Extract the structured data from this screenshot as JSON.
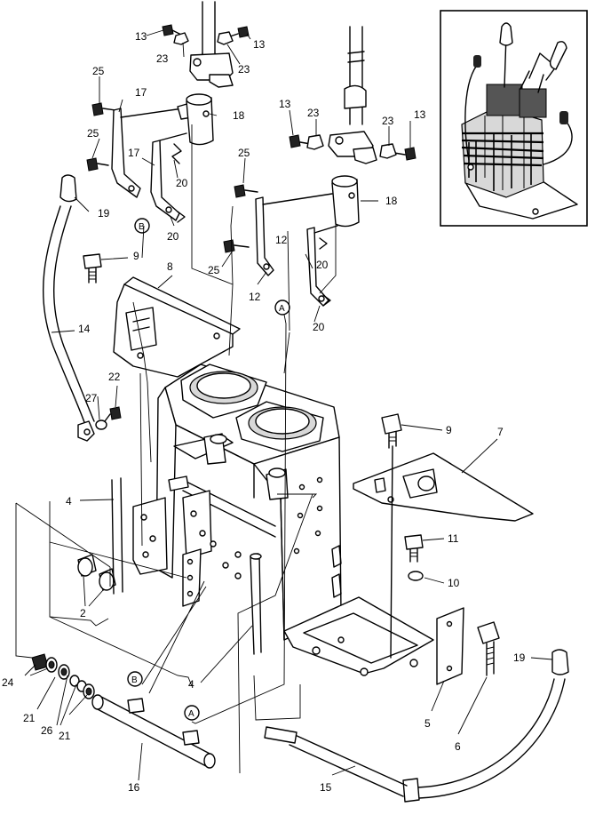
{
  "figure": {
    "kind": "exploded parts diagram",
    "inset": {
      "frame_color": "#000000"
    },
    "callouts": [
      {
        "id": "c13a",
        "label": "13"
      },
      {
        "id": "c13b",
        "label": "13"
      },
      {
        "id": "c23a",
        "label": "23"
      },
      {
        "id": "c23b",
        "label": "23"
      },
      {
        "id": "c25a",
        "label": "25"
      },
      {
        "id": "c17a",
        "label": "17"
      },
      {
        "id": "c18a",
        "label": "18"
      },
      {
        "id": "c25b",
        "label": "25"
      },
      {
        "id": "c17b",
        "label": "17"
      },
      {
        "id": "c20a",
        "label": "20"
      },
      {
        "id": "c13c",
        "label": "13"
      },
      {
        "id": "c23c",
        "label": "23"
      },
      {
        "id": "c23d",
        "label": "23"
      },
      {
        "id": "c13d",
        "label": "13"
      },
      {
        "id": "c25c",
        "label": "25"
      },
      {
        "id": "c18b",
        "label": "18"
      },
      {
        "id": "c19a",
        "label": "19"
      },
      {
        "id": "cBa",
        "label": "B"
      },
      {
        "id": "c20b",
        "label": "20"
      },
      {
        "id": "c9a",
        "label": "9"
      },
      {
        "id": "c8",
        "label": "8"
      },
      {
        "id": "c12a",
        "label": "12"
      },
      {
        "id": "c20c",
        "label": "20"
      },
      {
        "id": "c25d",
        "label": "25"
      },
      {
        "id": "c12b",
        "label": "12"
      },
      {
        "id": "cAa",
        "label": "A"
      },
      {
        "id": "c20d",
        "label": "20"
      },
      {
        "id": "c14",
        "label": "14"
      },
      {
        "id": "c22",
        "label": "22"
      },
      {
        "id": "c27",
        "label": "27"
      },
      {
        "id": "c9b",
        "label": "9"
      },
      {
        "id": "c7",
        "label": "7"
      },
      {
        "id": "c4a",
        "label": "4"
      },
      {
        "id": "c11",
        "label": "11"
      },
      {
        "id": "c10",
        "label": "10"
      },
      {
        "id": "c2",
        "label": "2"
      },
      {
        "id": "c19b",
        "label": "19"
      },
      {
        "id": "c4b",
        "label": "4"
      },
      {
        "id": "c24",
        "label": "24"
      },
      {
        "id": "c21a",
        "label": "21"
      },
      {
        "id": "c26",
        "label": "26"
      },
      {
        "id": "c21b",
        "label": "21"
      },
      {
        "id": "cBb",
        "label": "B"
      },
      {
        "id": "cAb",
        "label": "A"
      },
      {
        "id": "c5",
        "label": "5"
      },
      {
        "id": "c6",
        "label": "6"
      },
      {
        "id": "c16",
        "label": "16"
      },
      {
        "id": "c15",
        "label": "15"
      }
    ]
  }
}
